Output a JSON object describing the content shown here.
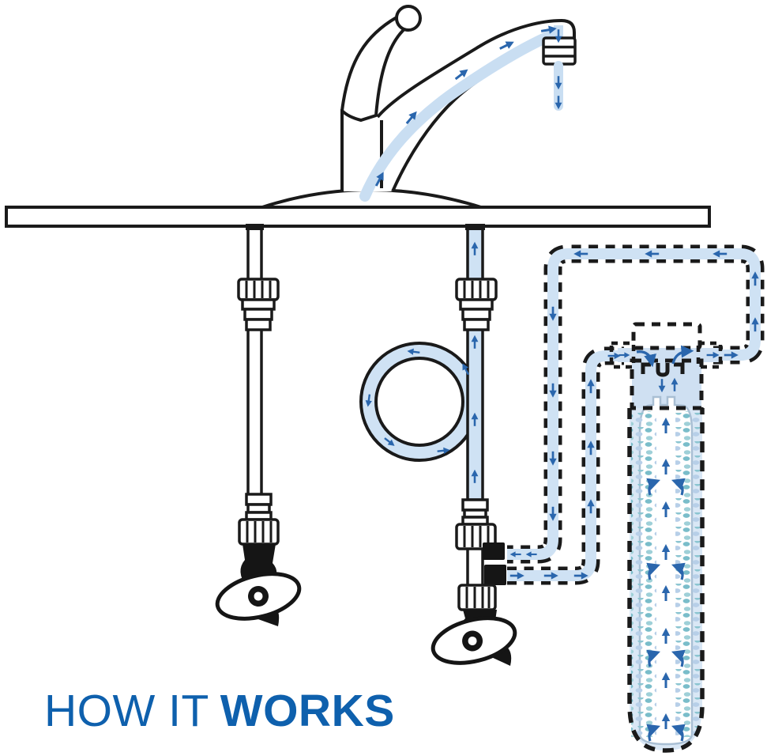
{
  "title": {
    "regular": "HOW IT",
    "bold": "WORKS"
  },
  "colors": {
    "accent_blue": "#0e60ad",
    "tube_fill": "#cfe2f4",
    "arrow_blue": "#2a66ad",
    "outline_black": "#1a1a1a",
    "media_teal": "#7abdca",
    "media_pale_blue": "#b7cfe8",
    "housing_fill": "#d9e7f5"
  },
  "diagram": {
    "parts": [
      {
        "name": "countertop"
      },
      {
        "name": "kitchen-faucet"
      },
      {
        "name": "faucet-handle"
      },
      {
        "name": "faucet-spout"
      },
      {
        "name": "aerator"
      },
      {
        "name": "water-stream"
      },
      {
        "name": "hot-supply-tube"
      },
      {
        "name": "hot-shutoff-valve"
      },
      {
        "name": "cold-supply-riser"
      },
      {
        "name": "tubing-coil"
      },
      {
        "name": "t-adapter"
      },
      {
        "name": "cold-shutoff-valve"
      },
      {
        "name": "outbound-tube-to-filter"
      },
      {
        "name": "return-tube-from-filter"
      },
      {
        "name": "filter-mounting-bracket"
      },
      {
        "name": "filter-head"
      },
      {
        "name": "filter-housing"
      },
      {
        "name": "filter-cartridge"
      }
    ]
  }
}
